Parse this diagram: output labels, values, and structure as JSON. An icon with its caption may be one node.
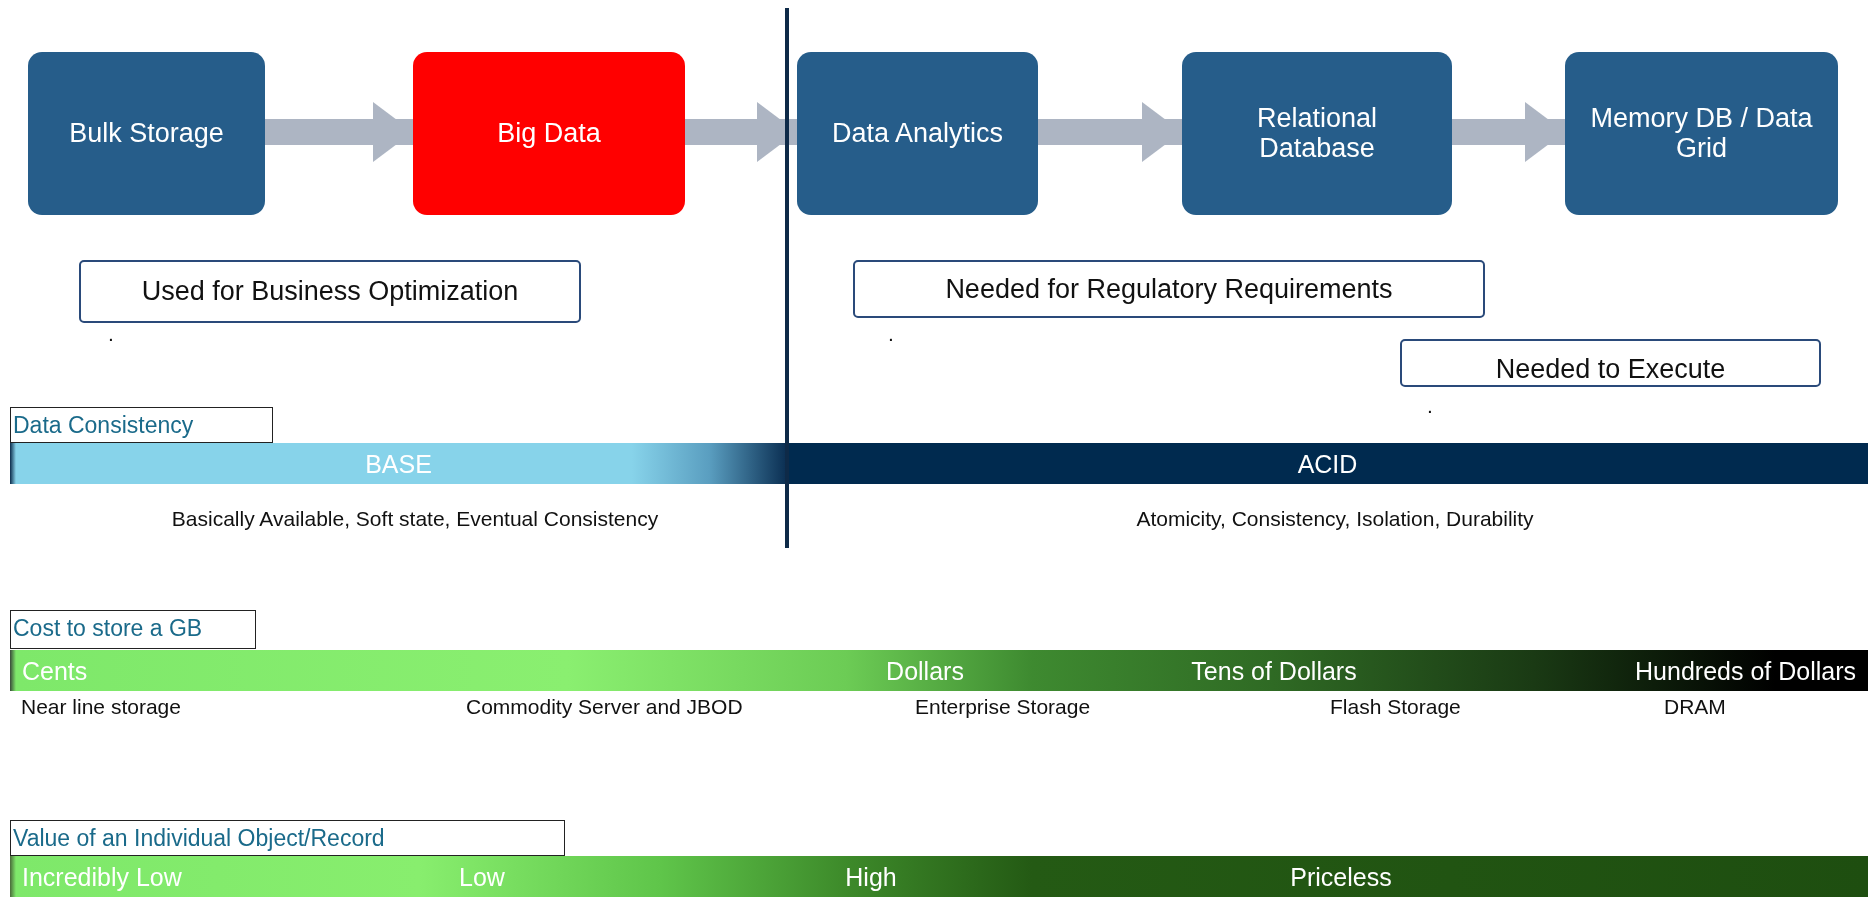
{
  "diagram": {
    "nodes": [
      {
        "text": [
          "Bulk Storage"
        ]
      },
      {
        "text": [
          "Big Data"
        ]
      },
      {
        "text": [
          "Data Analytics"
        ]
      },
      {
        "text": [
          "Relational Database"
        ]
      },
      {
        "text": [
          "Memory DB / Data Grid"
        ]
      },
      {
        "text": [
          "Used for Business Optimization"
        ]
      },
      {
        "text": [
          "Needed for Regulatory Requirements"
        ]
      },
      {
        "text": [
          "Needed to Execute"
        ]
      },
      {
        "text": [
          "Data Consistency"
        ]
      },
      {
        "text": [
          "BASE"
        ]
      },
      {
        "text": [
          "ACID"
        ]
      },
      {
        "text": [
          "Cost to store a GB"
        ]
      },
      {
        "text": [
          "Cents",
          "Dollars",
          "Tens of Dollars",
          "Hundreds of Dollars"
        ]
      },
      {
        "text": [
          "Value of an Individual Object/Record"
        ]
      },
      {
        "text": [
          "Incredibly Low",
          "Low",
          "High",
          "Priceless"
        ]
      }
    ],
    "edges": [
      {
        "from": 0,
        "to": 1,
        "arrow": "to"
      },
      {
        "from": 1,
        "to": 2,
        "arrow": "to"
      },
      {
        "from": 2,
        "to": 3,
        "arrow": "to"
      },
      {
        "from": 3,
        "to": 4,
        "arrow": "to"
      }
    ],
    "labels": [
      ".",
      ".",
      ".",
      "Basically Available, Soft state, Eventual Consistency",
      "Atomicity, Consistency, Isolation, Durability",
      "Near line storage",
      "Commodity Server and JBOD",
      "Enterprise Storage",
      "Flash Storage",
      "DRAM"
    ]
  }
}
